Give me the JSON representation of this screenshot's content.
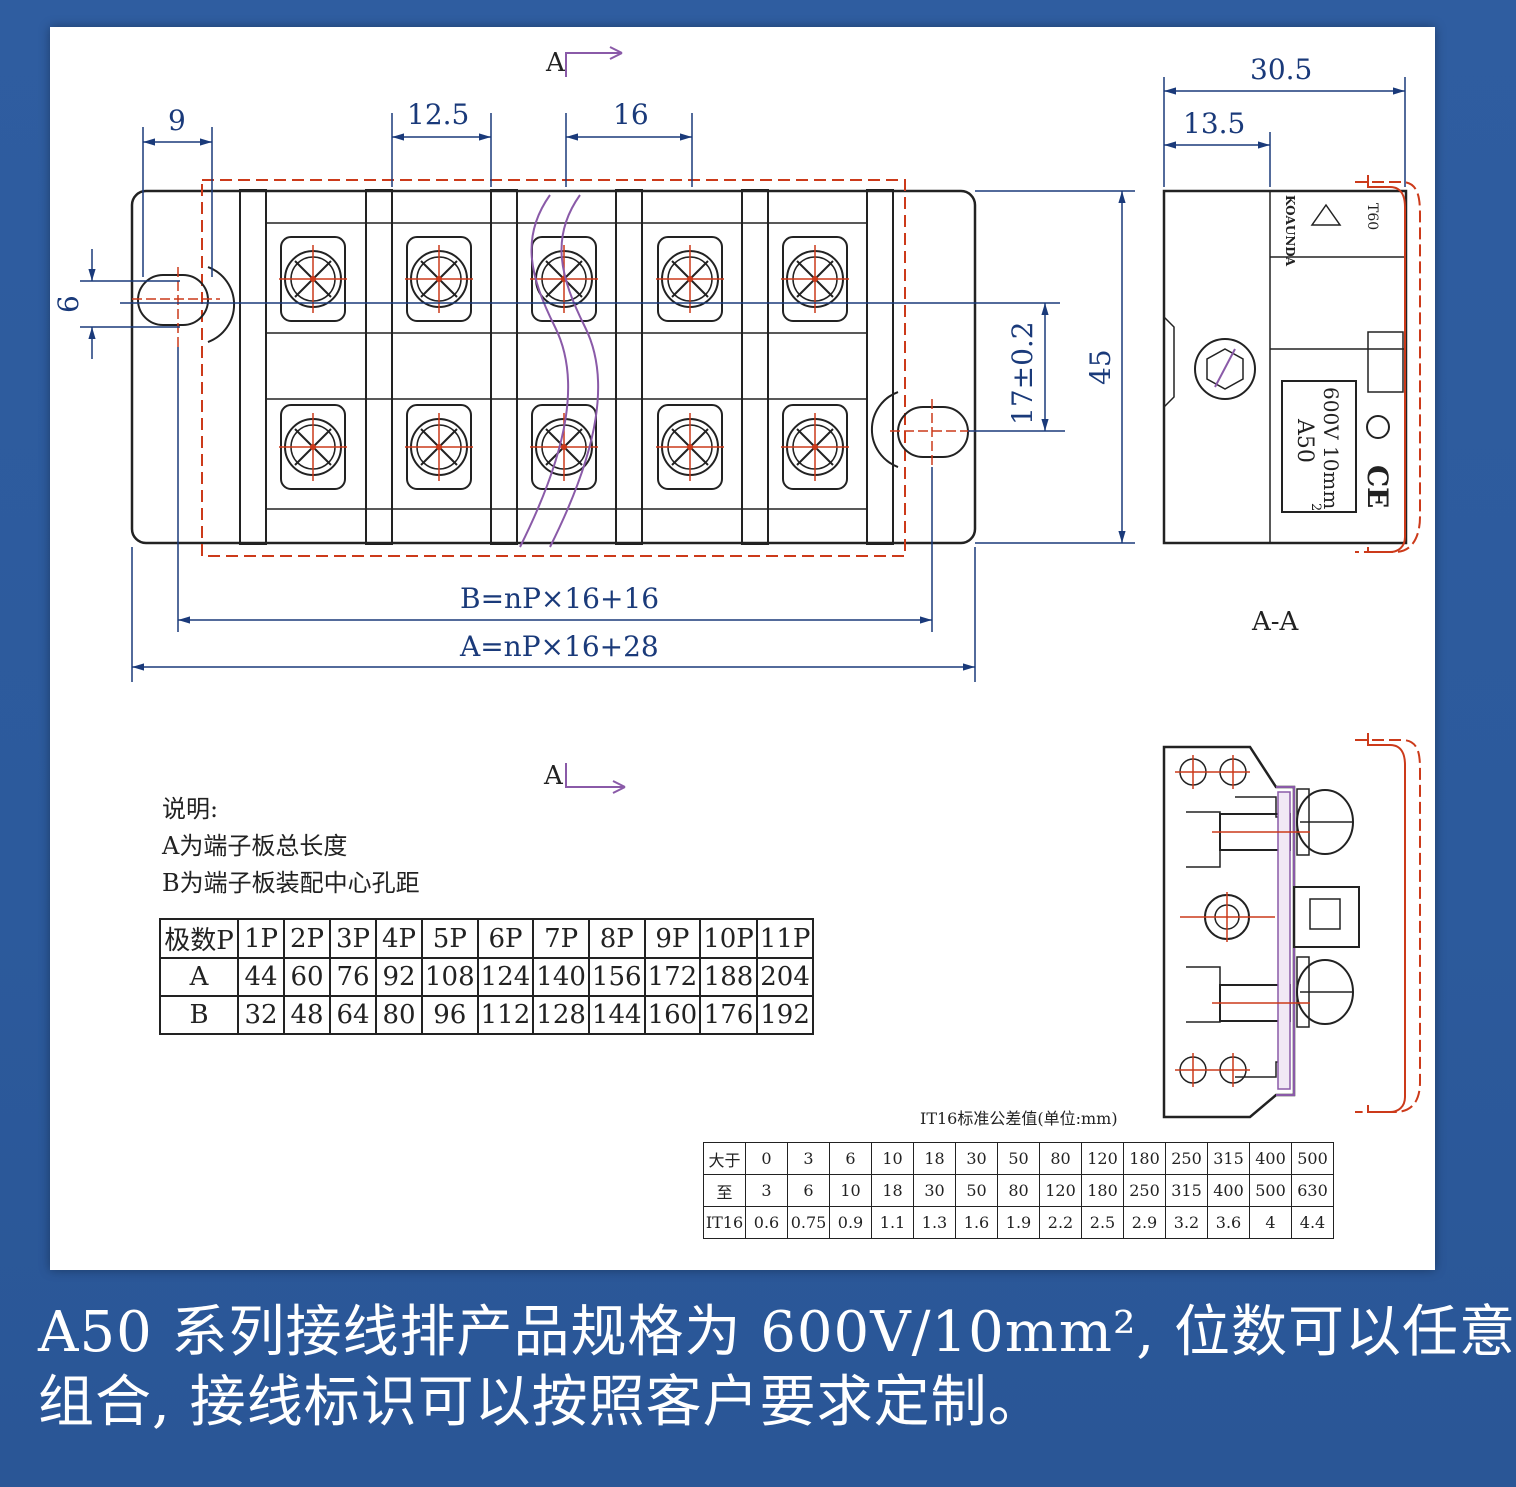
{
  "dimensions": {
    "d9": "9",
    "d12_5": "12.5",
    "d16": "16",
    "d6": "6",
    "d17": "17±0.2",
    "d45": "45",
    "d30_5": "30.5",
    "d13_5": "13.5",
    "formula_b": "B=nP×16+16",
    "formula_a": "A=nP×16+28"
  },
  "section_labels": {
    "top": "A",
    "bottom": "A",
    "view": "A-A"
  },
  "side_label": {
    "model": "A50",
    "rating": "600V 10mm",
    "sup": "2",
    "temp": "T60",
    "brand": "KOAUNDA"
  },
  "notes": {
    "title": "说明:",
    "line_a": "A为端子板总长度",
    "line_b": "B为端子板装配中心孔距"
  },
  "pole_table": {
    "rows": [
      [
        "极数P",
        "1P",
        "2P",
        "3P",
        "4P",
        "5P",
        "6P",
        "7P",
        "8P",
        "9P",
        "10P",
        "11P"
      ],
      [
        "A",
        "44",
        "60",
        "76",
        "92",
        "108",
        "124",
        "140",
        "156",
        "172",
        "188",
        "204"
      ],
      [
        "B",
        "32",
        "48",
        "64",
        "80",
        "96",
        "112",
        "128",
        "144",
        "160",
        "176",
        "192"
      ]
    ]
  },
  "tolerance_table": {
    "title": "IT16标准公差值(单位:mm)",
    "rows": [
      [
        "大于",
        "0",
        "3",
        "6",
        "10",
        "18",
        "30",
        "50",
        "80",
        "120",
        "180",
        "250",
        "315",
        "400",
        "500"
      ],
      [
        "至",
        "3",
        "6",
        "10",
        "18",
        "30",
        "50",
        "80",
        "120",
        "180",
        "250",
        "315",
        "400",
        "500",
        "630"
      ],
      [
        "IT16",
        "0.6",
        "0.75",
        "0.9",
        "1.1",
        "1.3",
        "1.6",
        "1.9",
        "2.2",
        "2.5",
        "2.9",
        "3.2",
        "3.6",
        "4",
        "4.4"
      ]
    ]
  },
  "caption": {
    "line1": "A50 系列接线排产品规格为 600V/10mm², 位数可以任意",
    "line2": "组合, 接线标识可以按照客户要求定制。"
  },
  "colors": {
    "dim": "#1a3a7a",
    "red": "#cc3a1a",
    "purple": "#8a5aa8",
    "line": "#222222"
  }
}
